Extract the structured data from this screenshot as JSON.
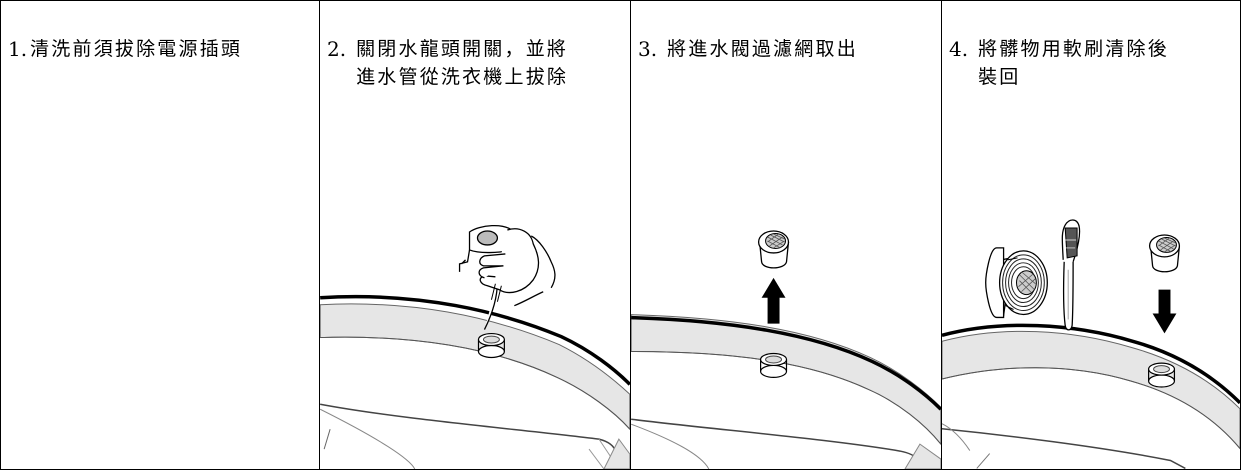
{
  "steps": [
    {
      "number": "1.",
      "text": "清洗前須拔除電源插頭"
    },
    {
      "number": "2.",
      "text": "關閉水龍頭開關，並將\n進水管從洗衣機上拔除"
    },
    {
      "number": "3.",
      "text": "將進水閥過濾網取出"
    },
    {
      "number": "4.",
      "text": "將髒物用軟刷清除後\n裝回"
    }
  ],
  "icons": {
    "hand": "hand-turning-tap-icon",
    "filter": "inlet-filter-screen-icon",
    "valve": "inlet-valve-icon",
    "brush": "soft-brush-icon",
    "arrow_up": "arrow-up-icon",
    "arrow_down": "arrow-down-icon"
  }
}
